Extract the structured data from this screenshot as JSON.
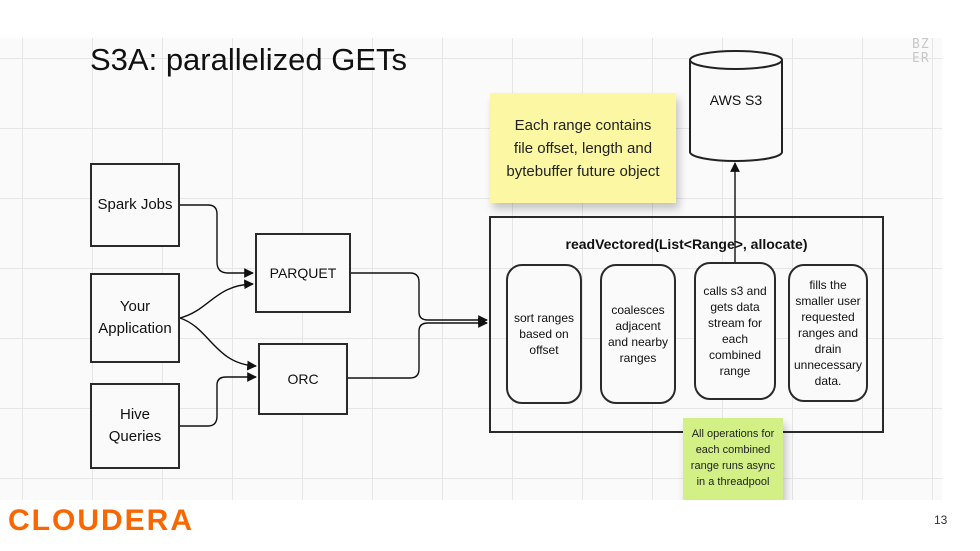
{
  "slide": {
    "title": "S3A: parallelized GETs",
    "page_number": "13",
    "brand": "CLOUDERA",
    "watermark": [
      "BZ",
      "ER"
    ]
  },
  "sources": [
    "Spark Jobs",
    "Your Application",
    "Hive Queries"
  ],
  "formats": [
    "PARQUET",
    "ORC"
  ],
  "read_vectored": {
    "title": "readVectored(List<Range>, allocate)",
    "steps": [
      "sort ranges based on offset",
      "coalesces adjacent and nearby ranges",
      "calls s3 and gets data stream for each combined range",
      "fills the smaller user requested ranges and drain unnecessary data."
    ]
  },
  "storage": {
    "label": "AWS S3"
  },
  "notes": {
    "range_note": "Each range contains file offset, length and bytebuffer future object",
    "async_note": "All operations for each combined range runs async in a threadpool"
  },
  "colors": {
    "brand_orange": "#f96702",
    "sticky_yellow": "#fbf7a2",
    "sticky_green": "#d2f086"
  }
}
